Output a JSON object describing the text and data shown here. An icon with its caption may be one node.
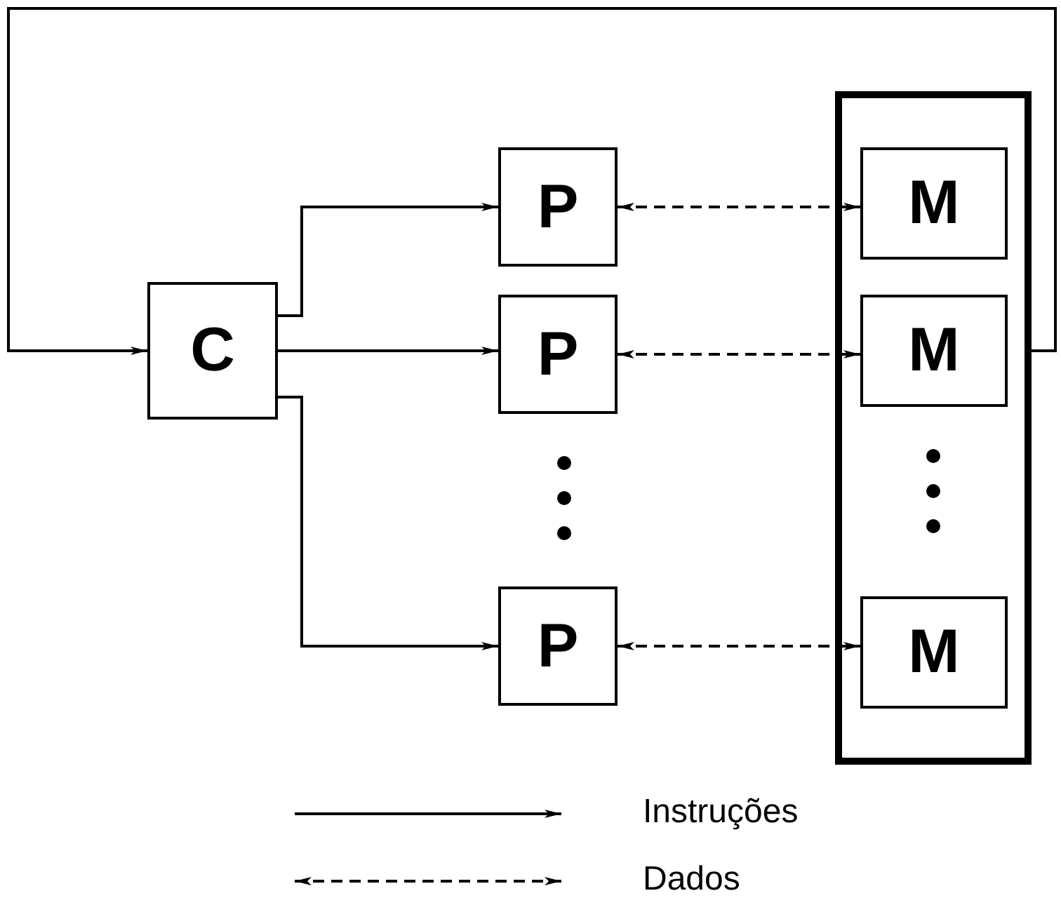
{
  "diagram": {
    "nodes": [
      {
        "text": [
          "C"
        ]
      },
      {
        "text": [
          "P"
        ]
      },
      {
        "text": [
          "P"
        ]
      },
      {
        "text": [
          "P"
        ]
      },
      {
        "text": [],
        "shape": "box"
      },
      {
        "text": [
          "M"
        ],
        "in": 4
      },
      {
        "text": [
          "M"
        ],
        "in": 4
      },
      {
        "text": [
          "M"
        ],
        "in": 4
      }
    ],
    "edges": [
      {
        "from": 4,
        "to": 0,
        "arrow": "to"
      },
      {
        "from": 0,
        "to": 1,
        "arrow": "to"
      },
      {
        "from": 0,
        "to": 2,
        "arrow": "to"
      },
      {
        "from": 0,
        "to": 3,
        "arrow": "to"
      },
      {
        "from": 1,
        "to": 5,
        "arrow": "both",
        "style": "dashed"
      },
      {
        "from": 2,
        "to": 6,
        "arrow": "both",
        "style": "dashed"
      },
      {
        "from": 3,
        "to": 7,
        "arrow": "both",
        "style": "dashed"
      }
    ],
    "legend": [
      {
        "text": "Instruções"
      },
      {
        "text": "Dados"
      }
    ]
  }
}
